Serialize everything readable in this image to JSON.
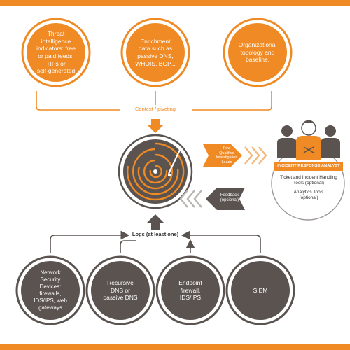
{
  "colors": {
    "accent": "#f08a24",
    "dark": "#5a5350",
    "grey_arrow": "#b9b5b3",
    "outline": "#9b9694"
  },
  "sources": [
    {
      "text": "Threat\nintelligence\nindicators: free\nor paid feeds,\nTIPs or\nself-generated"
    },
    {
      "text": "Enrichment\ndata such as\npassive DNS,\nWHOIS, BGP..."
    },
    {
      "text": "Organizational\ntopology and\nbaseline."
    }
  ],
  "context_label": "Context / pivoting",
  "leads_label": "Few\nQualified\nInvestigation\nLeads",
  "feedback_label": "Feedback\n(opcional)",
  "logs_label": "Logs (at least one)",
  "analyst": {
    "title": "INCIDENT RESPONSE ANALYST",
    "tool1": "Ticket and Incident Handling\nTools (optional)",
    "tool2": "Analytics Tools\n(optional)"
  },
  "log_sources": [
    {
      "text": "Network\nSecurity\nDevices:\nfirewalls,\nIDS/IPS, web\ngateways"
    },
    {
      "text": "Recursive\nDNS or\npassive DNS"
    },
    {
      "text": "Endpoint\nfirewall,\nIDS/IPS"
    },
    {
      "text": "SIEM"
    }
  ]
}
